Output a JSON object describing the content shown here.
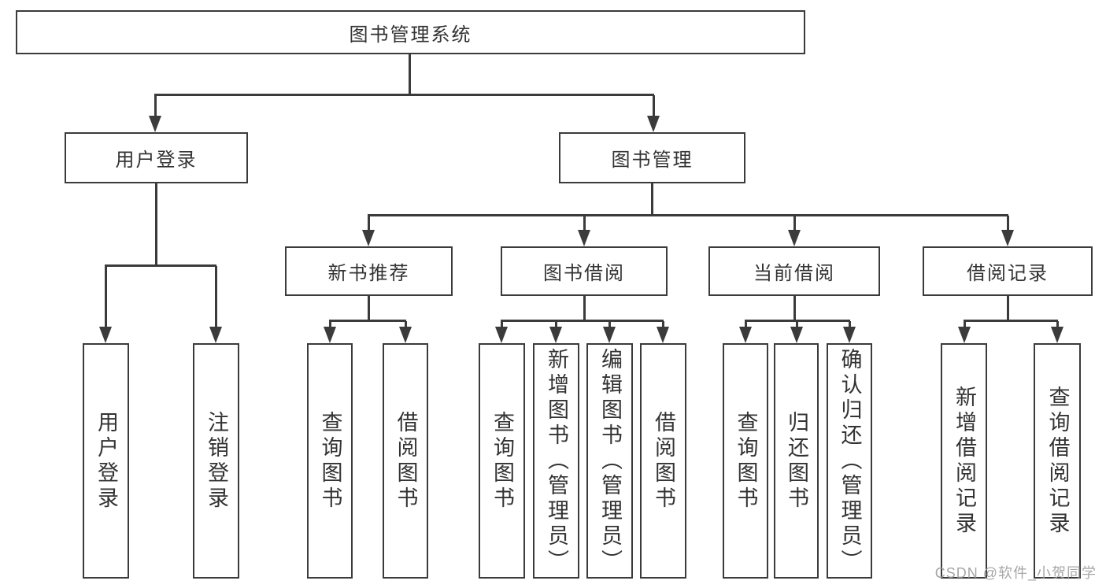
{
  "tree": {
    "root": {
      "label": "图书管理系统"
    },
    "branches": [
      {
        "label": "用户登录",
        "children": [
          {
            "label": "用户登录"
          },
          {
            "label": "注销登录"
          }
        ]
      },
      {
        "label": "图书管理",
        "children": [
          {
            "label": "新书推荐",
            "children": [
              {
                "label": "查询图书"
              },
              {
                "label": "借阅图书"
              }
            ]
          },
          {
            "label": "图书借阅",
            "children": [
              {
                "label": "查询图书"
              },
              {
                "label": "新增图书（管理员）"
              },
              {
                "label": "编辑图书（管理员）"
              },
              {
                "label": "借阅图书"
              }
            ]
          },
          {
            "label": "当前借阅",
            "children": [
              {
                "label": "查询图书"
              },
              {
                "label": "归还图书"
              },
              {
                "label": "确认归还（管理员）"
              }
            ]
          },
          {
            "label": "借阅记录",
            "children": [
              {
                "label": "新增借阅记录"
              },
              {
                "label": "查询借阅记录"
              }
            ]
          }
        ]
      }
    ]
  },
  "watermark": {
    "text": "CSDN @软件_小贺同学"
  },
  "colors": {
    "line": "#3b3b3b",
    "text": "#333333",
    "watermark": "#9e9e9e",
    "background": "#ffffff"
  }
}
